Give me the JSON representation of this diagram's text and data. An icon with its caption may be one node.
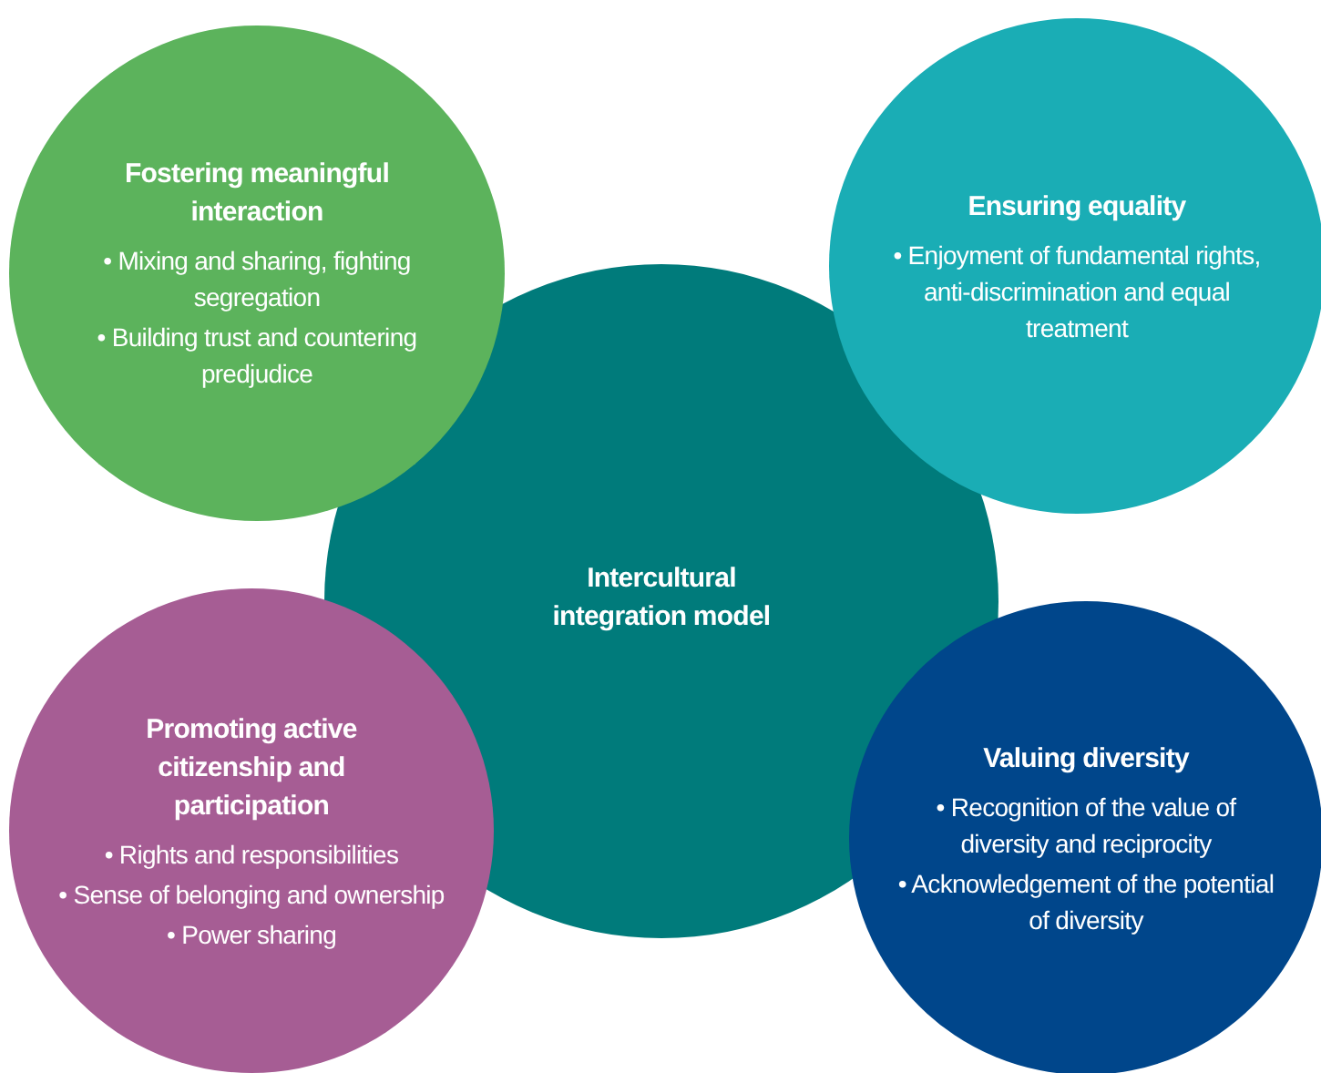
{
  "diagram": {
    "nodes": [
      {
        "text": [
          "Fostering meaningful interaction",
          "• Mixing and sharing, fighting segregation",
          "• Building trust and countering predjudice"
        ]
      },
      {
        "text": [
          "Ensuring equality",
          "• Enjoyment of fundamental rights, anti-discrimination and equal treatment"
        ]
      },
      {
        "text": [
          "Intercultural integration model"
        ]
      },
      {
        "text": [
          "Promoting active citizenship and participation",
          "• Rights and responsibilities",
          "• Sense of belonging and ownership",
          "• Power sharing"
        ]
      },
      {
        "text": [
          "Valuing diversity",
          "• Recognition of the value of diversity and reciprocity",
          "• Acknowledgement of the potential of diversity"
        ]
      }
    ]
  }
}
